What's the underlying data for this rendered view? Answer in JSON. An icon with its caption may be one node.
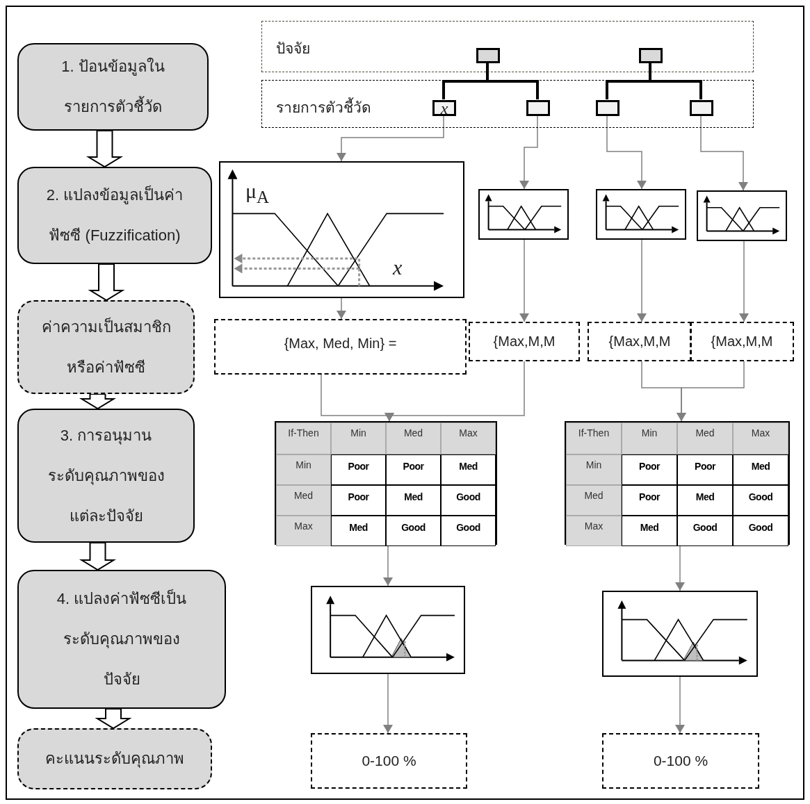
{
  "diagram": {
    "nodes": [
      {
        "text": [
          "1. ป้อนข้อมูลในรายการตัวชี้วัด"
        ]
      },
      {
        "text": [
          "2. แปลงข้อมูลเป็นค่าฟัซซี (Fuzzification)"
        ]
      },
      {
        "text": [
          "ค่าความเป็นสมาชิกหรือค่าฟัซซี"
        ]
      },
      {
        "text": [
          "3. การอนุมานระดับคุณภาพของแต่ละปัจจัย"
        ]
      },
      {
        "text": [
          "4. แปลงค่าฟัซซีเป็นระดับคุณภาพของปัจจัย"
        ]
      },
      {
        "text": [
          "คะแนนระดับคุณภาพ"
        ]
      },
      {
        "text": [
          "ปัจจัย"
        ]
      },
      {
        "text": [
          "รายการตัวชี้วัด"
        ]
      },
      {
        "text": [],
        "shape": "box",
        "in": 6
      },
      {
        "text": [],
        "shape": "box",
        "in": 6
      },
      {
        "text": [
          "x"
        ],
        "in": 7
      },
      {
        "text": [],
        "shape": "box",
        "in": 7
      },
      {
        "text": [],
        "shape": "box",
        "in": 7
      },
      {
        "text": [],
        "shape": "box",
        "in": 7
      },
      {
        "text": [
          "μ$_{A}$",
          "x"
        ]
      },
      {
        "text": [],
        "shape": "picture"
      },
      {
        "text": [],
        "shape": "picture"
      },
      {
        "text": [],
        "shape": "picture"
      },
      {
        "text": [
          "{Max, Med, Min} ="
        ]
      },
      {
        "text": [
          "{Max,M,M"
        ]
      },
      {
        "text": [
          "{Max,M,M"
        ]
      },
      {
        "text": [
          "{Max,M,M"
        ]
      },
      {
        "text": [
          "If-Then",
          "Min",
          "Med",
          "Max",
          "Min",
          "Poor",
          "Poor",
          "Med",
          "Med",
          "Poor",
          "Med",
          "Good",
          "Max",
          "Med",
          "Good",
          "Good"
        ]
      },
      {
        "text": [
          "If-Then",
          "Min",
          "Med",
          "Max",
          "Min",
          "Poor",
          "Poor",
          "Med",
          "Med",
          "Poor",
          "Med",
          "Good",
          "Max",
          "Med",
          "Good",
          "Good"
        ]
      },
      {
        "text": [],
        "shape": "picture"
      },
      {
        "text": [],
        "shape": "picture"
      },
      {
        "text": [
          "0-100 %"
        ]
      },
      {
        "text": [
          "0-100 %"
        ]
      }
    ],
    "edges": [
      {
        "from": 0,
        "to": 1,
        "arrow": "to",
        "style": "thick",
        "color": "#000000"
      },
      {
        "from": 1,
        "to": 2,
        "arrow": "to",
        "style": "thick",
        "color": "#000000"
      },
      {
        "from": 2,
        "to": 3,
        "arrow": "to",
        "style": "thick",
        "color": "#000000"
      },
      {
        "from": 3,
        "to": 4,
        "arrow": "to",
        "style": "thick",
        "color": "#000000"
      },
      {
        "from": 4,
        "to": 5,
        "arrow": "to",
        "style": "thick",
        "color": "#000000"
      },
      {
        "from": 8,
        "to": 10,
        "arrow": "none",
        "style": "thick",
        "color": "#000000"
      },
      {
        "from": 8,
        "to": 11,
        "arrow": "none",
        "style": "thick",
        "color": "#000000"
      },
      {
        "from": 9,
        "to": 12,
        "arrow": "none",
        "style": "thick",
        "color": "#000000"
      },
      {
        "from": 9,
        "to": 13,
        "arrow": "none",
        "style": "thick",
        "color": "#000000"
      },
      {
        "from": 10,
        "to": 14,
        "arrow": "to"
      },
      {
        "from": 11,
        "to": 15,
        "arrow": "to"
      },
      {
        "from": 12,
        "to": 16,
        "arrow": "to"
      },
      {
        "from": 13,
        "to": 17,
        "arrow": "to"
      },
      {
        "from": 14,
        "to": 18,
        "arrow": "to"
      },
      {
        "from": 15,
        "to": 19,
        "arrow": "to"
      },
      {
        "from": 16,
        "to": 20,
        "arrow": "to"
      },
      {
        "from": 17,
        "to": 21,
        "arrow": "to"
      },
      {
        "from": 18,
        "to": 22,
        "arrow": "to"
      },
      {
        "from": 19,
        "to": 22,
        "arrow": "to"
      },
      {
        "from": 20,
        "to": 23,
        "arrow": "to"
      },
      {
        "from": 21,
        "to": 23,
        "arrow": "to"
      },
      {
        "from": 22,
        "to": 24,
        "arrow": "to"
      },
      {
        "from": 23,
        "to": 25,
        "arrow": "to"
      },
      {
        "from": 24,
        "to": 26,
        "arrow": "to"
      },
      {
        "from": 25,
        "to": 27,
        "arrow": "to"
      }
    ]
  }
}
